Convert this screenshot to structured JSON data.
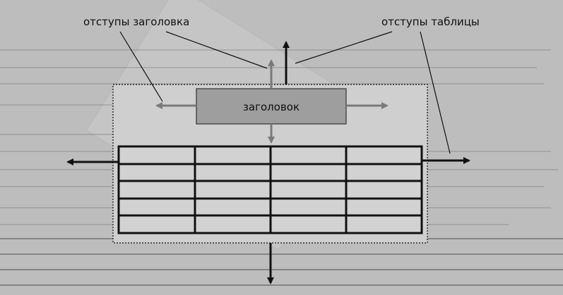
{
  "labels": {
    "header_padding": "отступы заголовка",
    "table_padding": "отступы таблицы",
    "header_box": "заголовок"
  },
  "colors": {
    "background": "#bdbdbd",
    "header_fill": "#9e9e9e",
    "grid_stroke": "#111111",
    "gray_arrow": "#7a7a7a",
    "black_arrow": "#111111"
  },
  "table": {
    "rows": 5,
    "columns": 4
  }
}
